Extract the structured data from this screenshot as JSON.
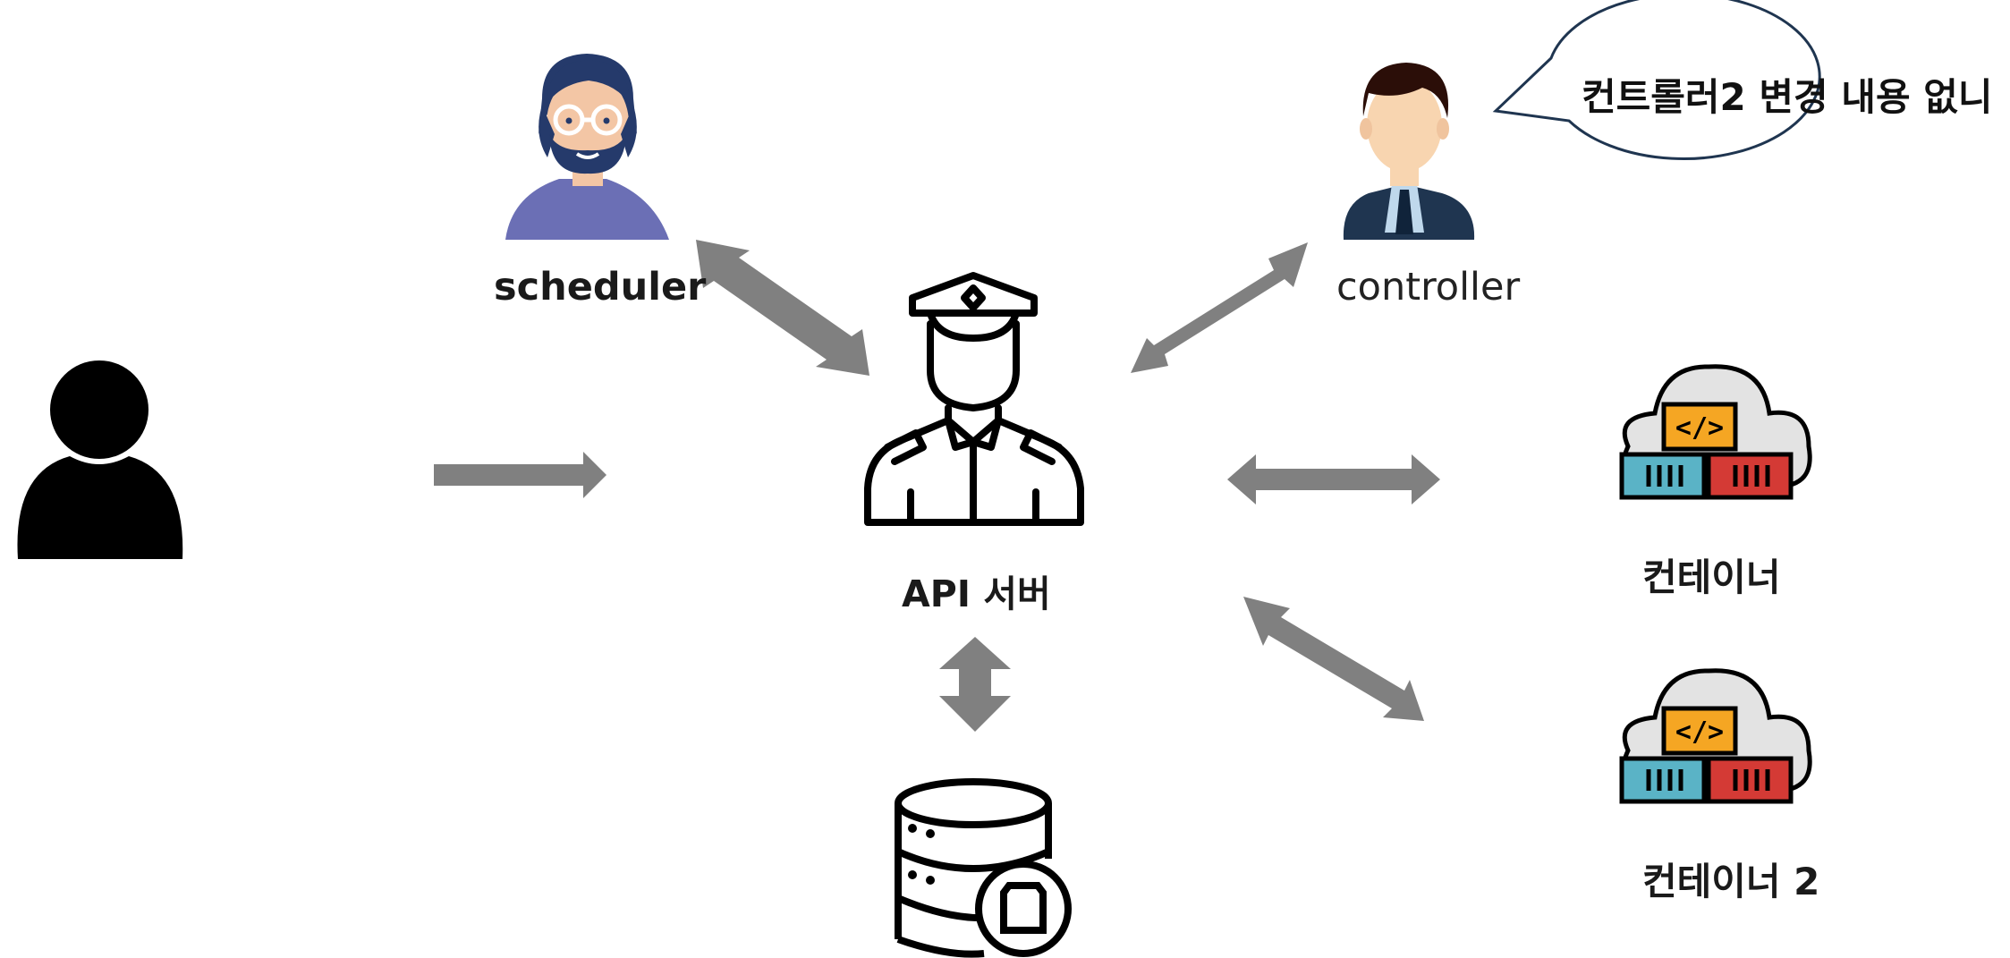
{
  "nodes": {
    "scheduler": {
      "label": "scheduler"
    },
    "controller": {
      "label": "controller",
      "speech": "컨트롤러2 변경 내용 없니"
    },
    "api_server": {
      "label": "API 서버"
    },
    "container_1": {
      "label": "컨테이너"
    },
    "container_2": {
      "label": "컨테이너 2"
    }
  },
  "colors": {
    "arrow": "#808080",
    "icon_black": "#000000",
    "shirt": "#6b6fb5",
    "skin": "#f3c6a5",
    "hair": "#253a6b",
    "suit": "#1f3550",
    "cloud": "#e3e3e3",
    "code_box": "#f5a623",
    "box_teal": "#5ab3c6",
    "box_red": "#d43a35"
  },
  "icons": [
    "user-icon",
    "scheduler-avatar-icon",
    "controller-avatar-icon",
    "police-officer-icon",
    "database-icon",
    "cloud-container-icon"
  ]
}
